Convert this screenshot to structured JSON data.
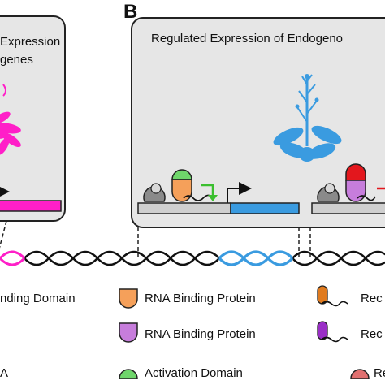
{
  "panel_a": {
    "title_line1": "Expression",
    "title_line2": "genes"
  },
  "panel_b": {
    "letter": "B",
    "title": "Regulated Expression of Endogeno"
  },
  "legend": {
    "col1": [
      {
        "label": "nding Domain",
        "icon": "none"
      },
      {
        "label": "A",
        "icon": "none"
      }
    ],
    "col2": [
      {
        "label": "RNA Binding Protein",
        "icon": "orange-u-shape",
        "color": "#f5a05a"
      },
      {
        "label": "RNA Binding Protein",
        "icon": "purple-u-shape",
        "color": "#c77ddc"
      },
      {
        "label": "Activation Domain",
        "icon": "green-dome",
        "color": "#6fd66b"
      }
    ],
    "col3": [
      {
        "label": "Rec",
        "icon": "orange-recruiter",
        "color": "#e07b1f"
      },
      {
        "label": "Rec",
        "icon": "purple-recruiter",
        "color": "#9a2fc6"
      },
      {
        "label": "Repr",
        "icon": "red-dome",
        "color": "#e07070"
      }
    ]
  },
  "colors": {
    "panel_fill": "#e6e6e6",
    "magenta": "#ff1fc8",
    "blue": "#3a9be0",
    "gene_gray": "#cfcfcf",
    "green_arrow": "#3bbf2f",
    "red_domain": "#e3171d"
  }
}
